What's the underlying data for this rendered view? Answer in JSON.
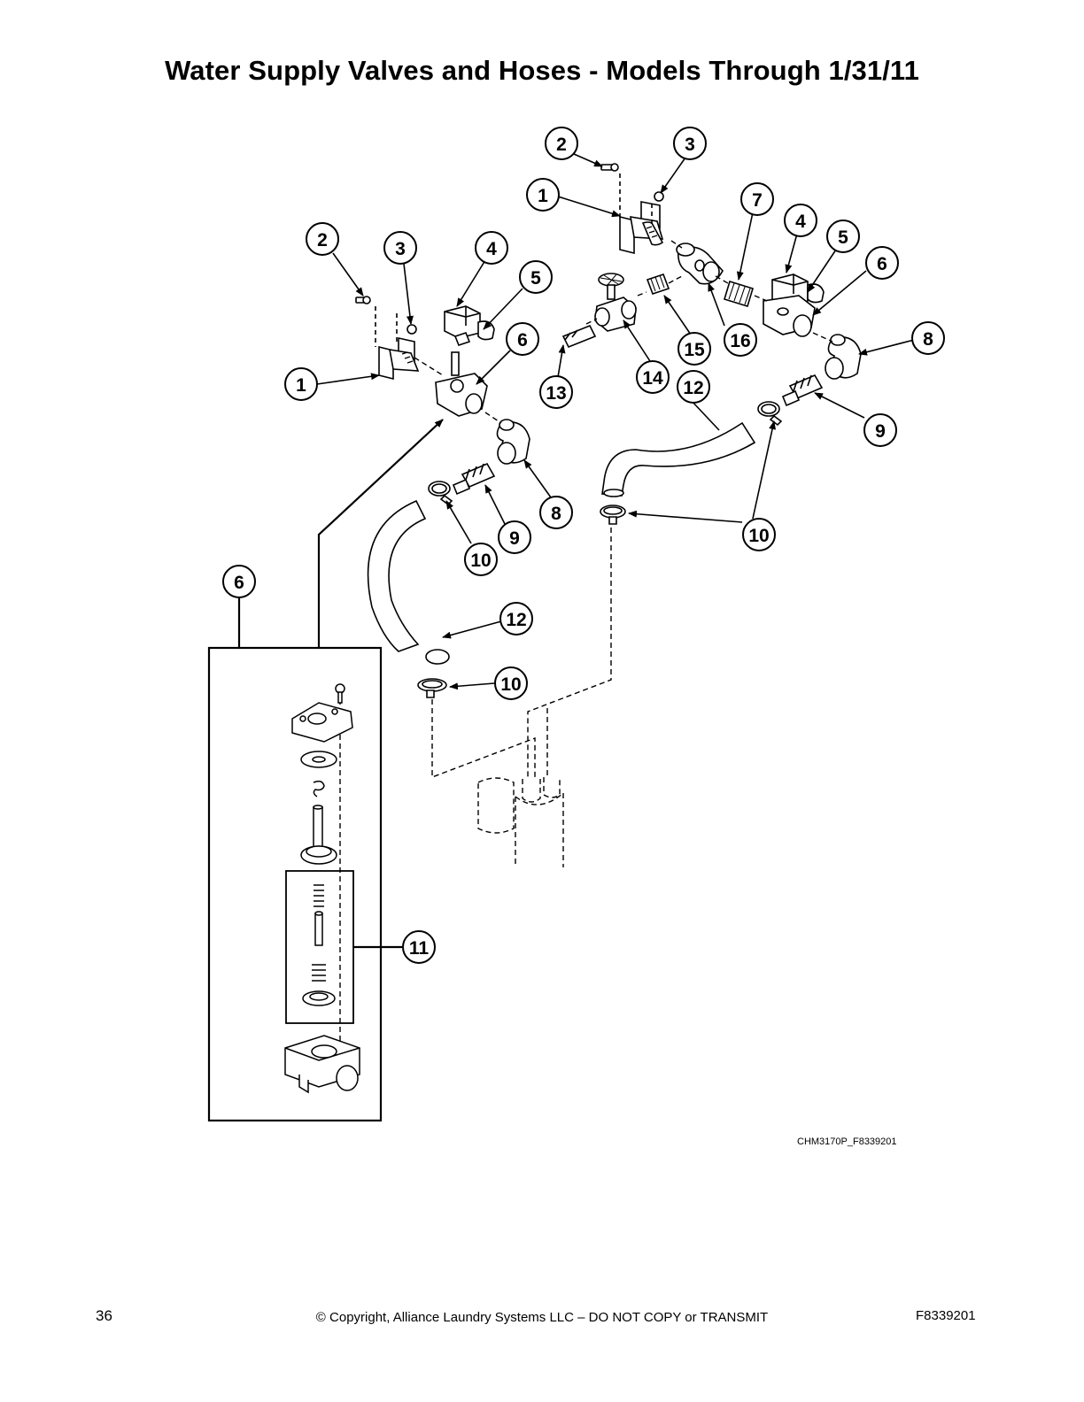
{
  "title": "Water Supply Valves and Hoses - Models Through 1/31/11",
  "figure_code": "CHM3170P_F8339201",
  "footer": {
    "page_number": "36",
    "copyright": "© Copyright, Alliance Laundry Systems LLC – DO NOT COPY or TRANSMIT",
    "doc_id": "F8339201"
  },
  "callouts": [
    {
      "id": "c-top-2",
      "label": "2"
    },
    {
      "id": "c-top-3",
      "label": "3"
    },
    {
      "id": "c-top-1",
      "label": "1"
    },
    {
      "id": "c-top-7",
      "label": "7"
    },
    {
      "id": "c-top-4",
      "label": "4"
    },
    {
      "id": "c-top-5",
      "label": "5"
    },
    {
      "id": "c-top-6",
      "label": "6"
    },
    {
      "id": "c-left-2",
      "label": "2"
    },
    {
      "id": "c-left-3",
      "label": "3"
    },
    {
      "id": "c-left-4",
      "label": "4"
    },
    {
      "id": "c-left-5",
      "label": "5"
    },
    {
      "id": "c-left-6",
      "label": "6"
    },
    {
      "id": "c-left-1",
      "label": "1"
    },
    {
      "id": "c-13",
      "label": "13"
    },
    {
      "id": "c-14",
      "label": "14"
    },
    {
      "id": "c-15",
      "label": "15"
    },
    {
      "id": "c-16",
      "label": "16"
    },
    {
      "id": "c-right-8",
      "label": "8"
    },
    {
      "id": "c-right-12",
      "label": "12"
    },
    {
      "id": "c-right-9",
      "label": "9"
    },
    {
      "id": "c-left-8",
      "label": "8"
    },
    {
      "id": "c-left-9",
      "label": "9"
    },
    {
      "id": "c-left-10",
      "label": "10"
    },
    {
      "id": "c-right-10",
      "label": "10"
    },
    {
      "id": "c-inset-6",
      "label": "6"
    },
    {
      "id": "c-left-12",
      "label": "12"
    },
    {
      "id": "c-bottom-10",
      "label": "10"
    },
    {
      "id": "c-11",
      "label": "11"
    }
  ]
}
